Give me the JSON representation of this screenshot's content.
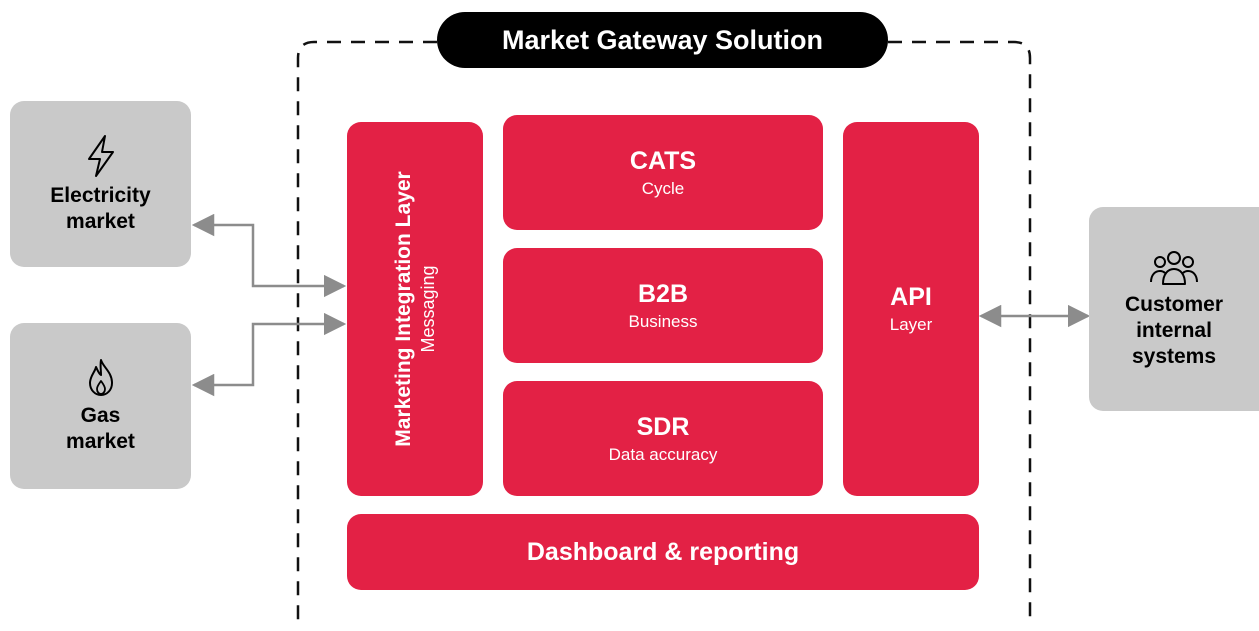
{
  "title": "Market Gateway Solution",
  "external": {
    "electricity": {
      "line1": "Electricity",
      "line2": "market",
      "icon": "lightning-bolt-icon"
    },
    "gas": {
      "line1": "Gas",
      "line2": "market",
      "icon": "flame-icon"
    },
    "customer": {
      "line1": "Customer",
      "line2": "internal",
      "line3": "systems",
      "icon": "users-group-icon"
    }
  },
  "integration_layer": {
    "title": "Marketing Integration Layer",
    "subtitle": "Messaging"
  },
  "cats": {
    "title": "CATS",
    "subtitle": "Cycle"
  },
  "b2b": {
    "title": "B2B",
    "subtitle": "Business"
  },
  "sdr": {
    "title": "SDR",
    "subtitle": "Data accuracy"
  },
  "api": {
    "title": "API",
    "subtitle": "Layer"
  },
  "dashboard": {
    "label": "Dashboard & reporting"
  },
  "colors": {
    "accent": "#e32145",
    "external_box": "#c9c9c9",
    "connector": "#8c8c8c",
    "title_bg": "#000000"
  }
}
